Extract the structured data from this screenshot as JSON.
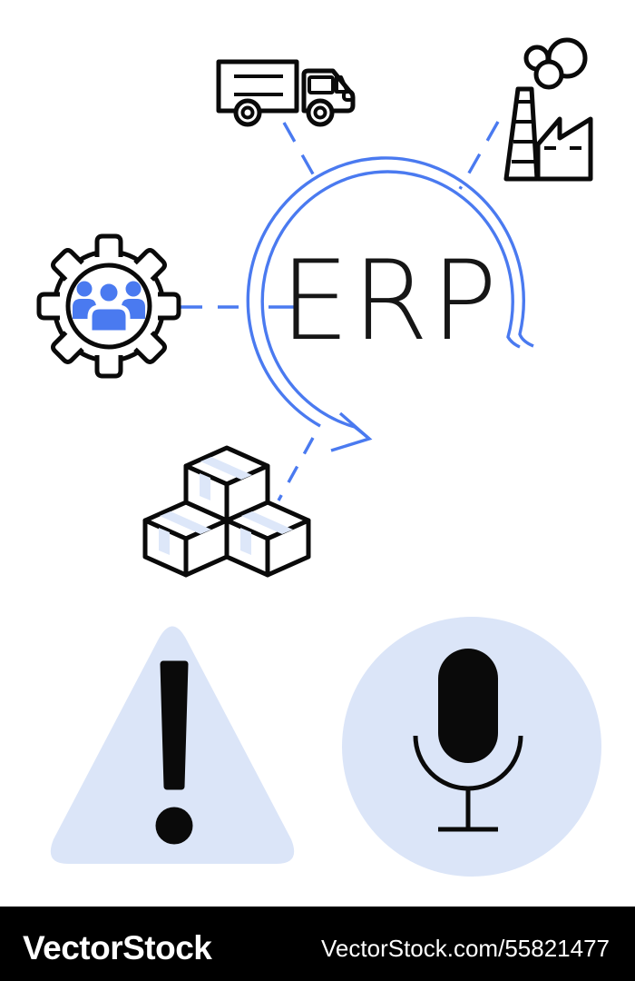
{
  "erp": {
    "label": "ERP"
  },
  "diagram": {
    "type": "concept-illustration",
    "center_label": "ERP",
    "connected_nodes": [
      "delivery-truck",
      "factory",
      "gear-with-team",
      "stacked-boxes"
    ],
    "badges": [
      "warning-triangle",
      "microphone"
    ]
  },
  "icons": [
    {
      "name": "delivery-truck-icon"
    },
    {
      "name": "factory-icon"
    },
    {
      "name": "gear-team-icon"
    },
    {
      "name": "boxes-icon"
    },
    {
      "name": "warning-triangle-icon"
    },
    {
      "name": "microphone-icon"
    }
  ],
  "colors": {
    "accent_blue": "#4a7af0",
    "light_blue": "#dbe5f8",
    "tape_blue": "#dde7f9",
    "icon_black": "#0a0a0a",
    "footer_bg": "#000000",
    "footer_text": "#ffffff"
  },
  "footer": {
    "brand": "VectorStock",
    "url": "VectorStock.com/55821477"
  }
}
